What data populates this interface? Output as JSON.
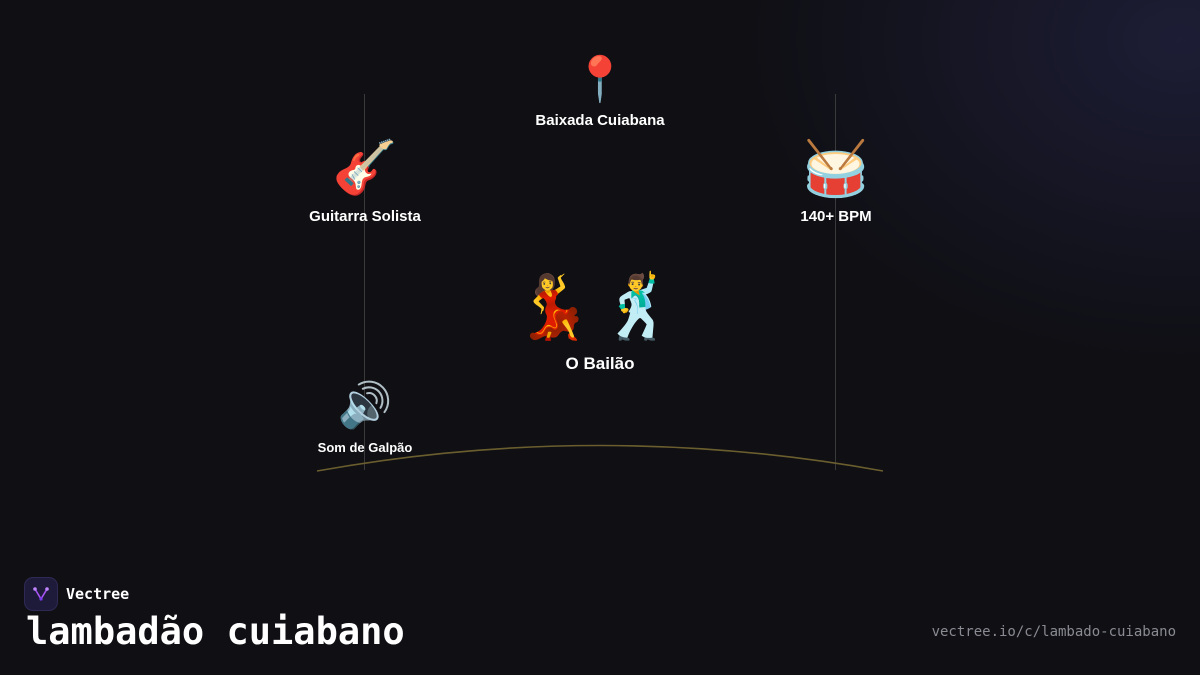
{
  "diagram": {
    "nodes": {
      "location": {
        "icon": "round-pushpin-icon",
        "emoji": "📍",
        "label": "Baixada Cuiabana"
      },
      "guitar": {
        "icon": "guitar-icon",
        "emoji": "🎸",
        "label": "Guitarra Solista"
      },
      "bpm": {
        "icon": "drum-icon",
        "emoji": "🥁",
        "label": "140+ BPM"
      },
      "dancers": {
        "icon": "dancers-icon",
        "emoji": "💃🕺",
        "label": "O Bailão"
      },
      "speaker": {
        "icon": "speaker-icon",
        "emoji": "🔊",
        "label": "Som de Galpão"
      }
    },
    "colors": {
      "background": "#0f0f14",
      "guide_line": "#3a3a3a",
      "arc": "#6b5e2e",
      "brand_accent": "#a855f7"
    }
  },
  "brand": {
    "name": "Vectree",
    "icon": "vectree-logo-icon"
  },
  "title": "lambadão cuiabano",
  "source_url": "vectree.io/c/lambado-cuiabano"
}
